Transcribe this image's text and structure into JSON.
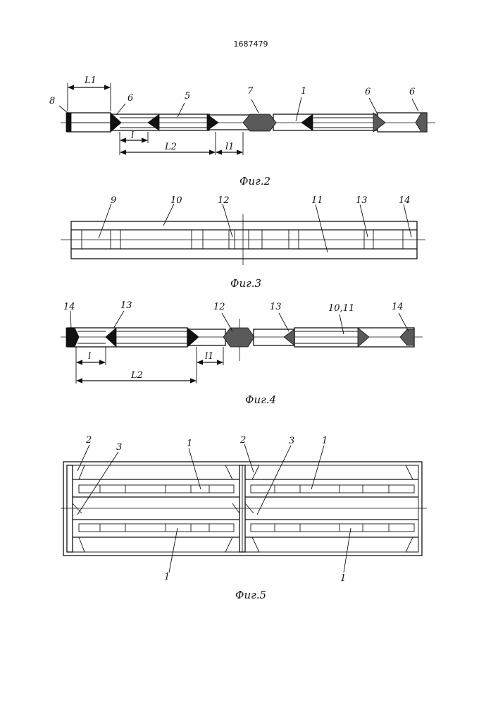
{
  "patent_number": "1687479",
  "fig2": {
    "caption": "Фиг.2",
    "labels": {
      "l8": "8",
      "L1": "L1",
      "l6a": "6",
      "l5": "5",
      "l7": "7",
      "l1": "1",
      "l6b": "6",
      "l6c": "6"
    },
    "dims": {
      "l": "l",
      "L2": "L2",
      "l1": "l1"
    }
  },
  "fig3": {
    "caption": "Фиг.3",
    "labels": {
      "l9": "9",
      "l10": "10",
      "l12": "12",
      "l11": "11",
      "l13": "13",
      "l14": "14"
    }
  },
  "fig4": {
    "caption": "Фиг.4",
    "labels": {
      "l14a": "14",
      "l13a": "13",
      "l12": "12",
      "l13b": "13",
      "l1011": "10,11",
      "l14b": "14"
    },
    "dims": {
      "l": "l",
      "L2": "L2",
      "l1": "l1"
    }
  },
  "fig5": {
    "caption": "Фиг.5",
    "labels": {
      "l2a": "2",
      "l3a": "3",
      "l1a": "1",
      "l2b": "2",
      "l3b": "3",
      "l1b": "1",
      "l1c": "1",
      "l1d": "1"
    }
  }
}
